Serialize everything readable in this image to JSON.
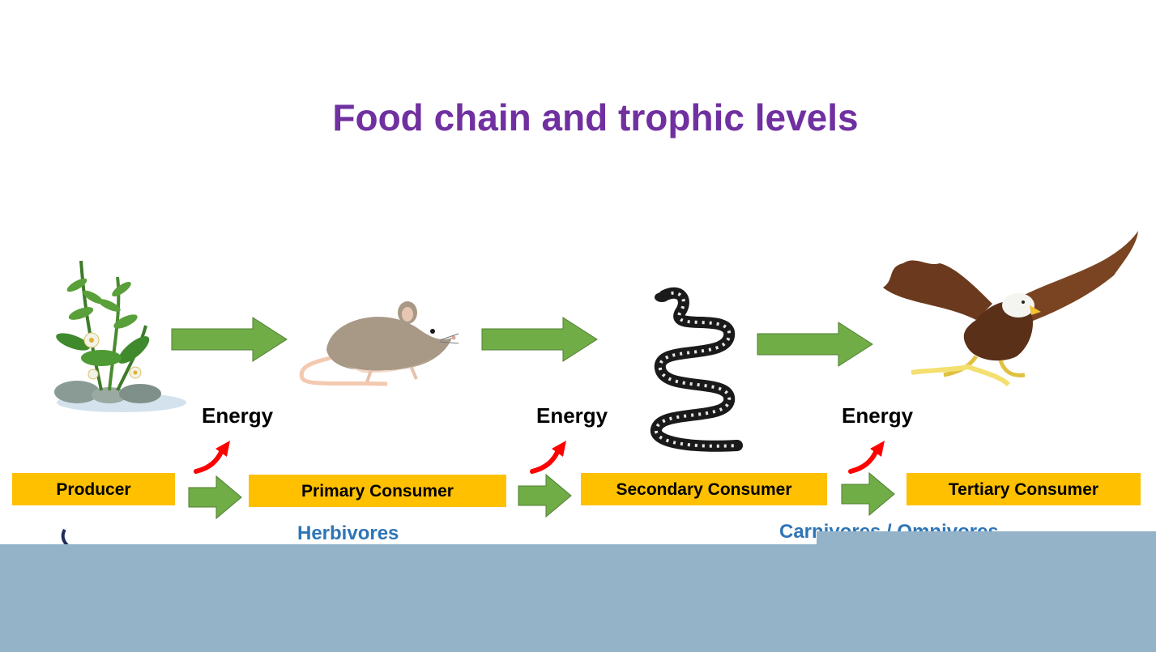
{
  "title": "Food chain and trophic levels",
  "energy_label": "Energy",
  "levels": [
    {
      "label": "Producer",
      "organism_icon": "plant-icon"
    },
    {
      "label": "Primary Consumer",
      "organism_icon": "mouse-icon"
    },
    {
      "label": "Secondary Consumer",
      "organism_icon": "snake-icon"
    },
    {
      "label": "Tertiary Consumer",
      "organism_icon": "eagle-icon"
    }
  ],
  "categories": {
    "herbivores": "Herbivores",
    "carnivores": "Carnivores / Omnivores"
  },
  "colors": {
    "title": "#7030a0",
    "level_box": "#ffc000",
    "arrow_green": "#70ad47",
    "energy_arrow": "#ff0000",
    "category_text": "#2e75b6",
    "overlay": "#95b3c8"
  }
}
